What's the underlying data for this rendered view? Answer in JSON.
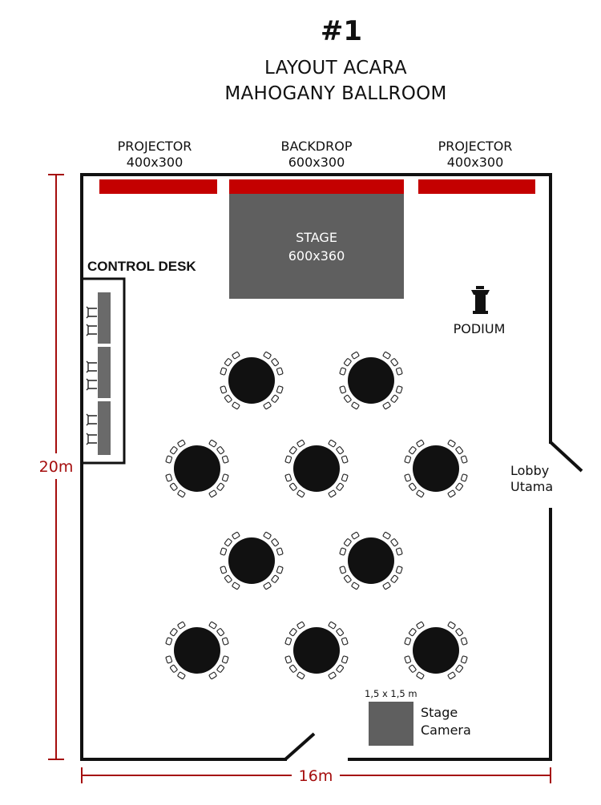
{
  "header": {
    "number": "#1",
    "title_line1": "LAYOUT ACARA",
    "title_line2": "MAHOGANY BALLROOM"
  },
  "projector_left": {
    "label": "PROJECTOR",
    "size": "400x300"
  },
  "backdrop": {
    "label": "BACKDROP",
    "size": "600x300"
  },
  "projector_right": {
    "label": "PROJECTOR",
    "size": "400x300"
  },
  "stage": {
    "label": "STAGE",
    "size": "600x360"
  },
  "control_desk": {
    "label": "CONTROL DESK"
  },
  "podium": {
    "label": "PODIUM"
  },
  "lobby": {
    "line1": "Lobby",
    "line2": "Utama"
  },
  "stage_camera": {
    "size": "1,5 x 1,5 m",
    "line1": "Stage",
    "line2": "Camera"
  },
  "dimensions": {
    "height": "20m",
    "width": "16m"
  },
  "colors": {
    "accent_red": "#c40000",
    "dimension_red": "#a50d0d",
    "stage_gray": "#5f5f5f",
    "table_black": "#111111",
    "wall": "#111111"
  }
}
